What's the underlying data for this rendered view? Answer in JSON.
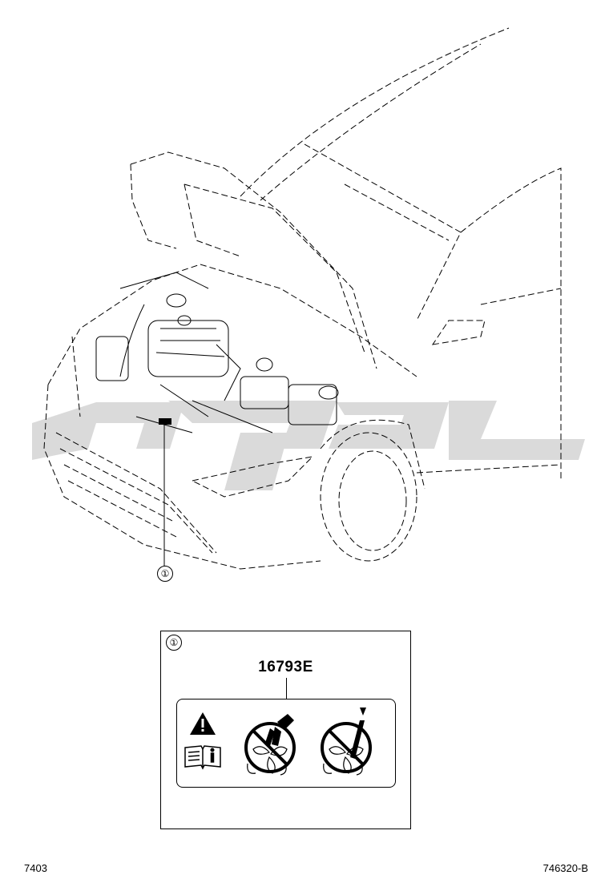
{
  "illustration": {
    "callout_number": "①"
  },
  "detail": {
    "callout_number": "①",
    "part_number": "16793E",
    "label_icons": [
      "warning-triangle-icon",
      "manual-info-icon",
      "no-hand-fan-icon",
      "no-tool-fan-icon"
    ]
  },
  "footer": {
    "left_code": "7403",
    "right_code": "746320-B"
  },
  "colors": {
    "line": "#000000",
    "watermark": "#d6d6d6",
    "background": "#ffffff"
  }
}
